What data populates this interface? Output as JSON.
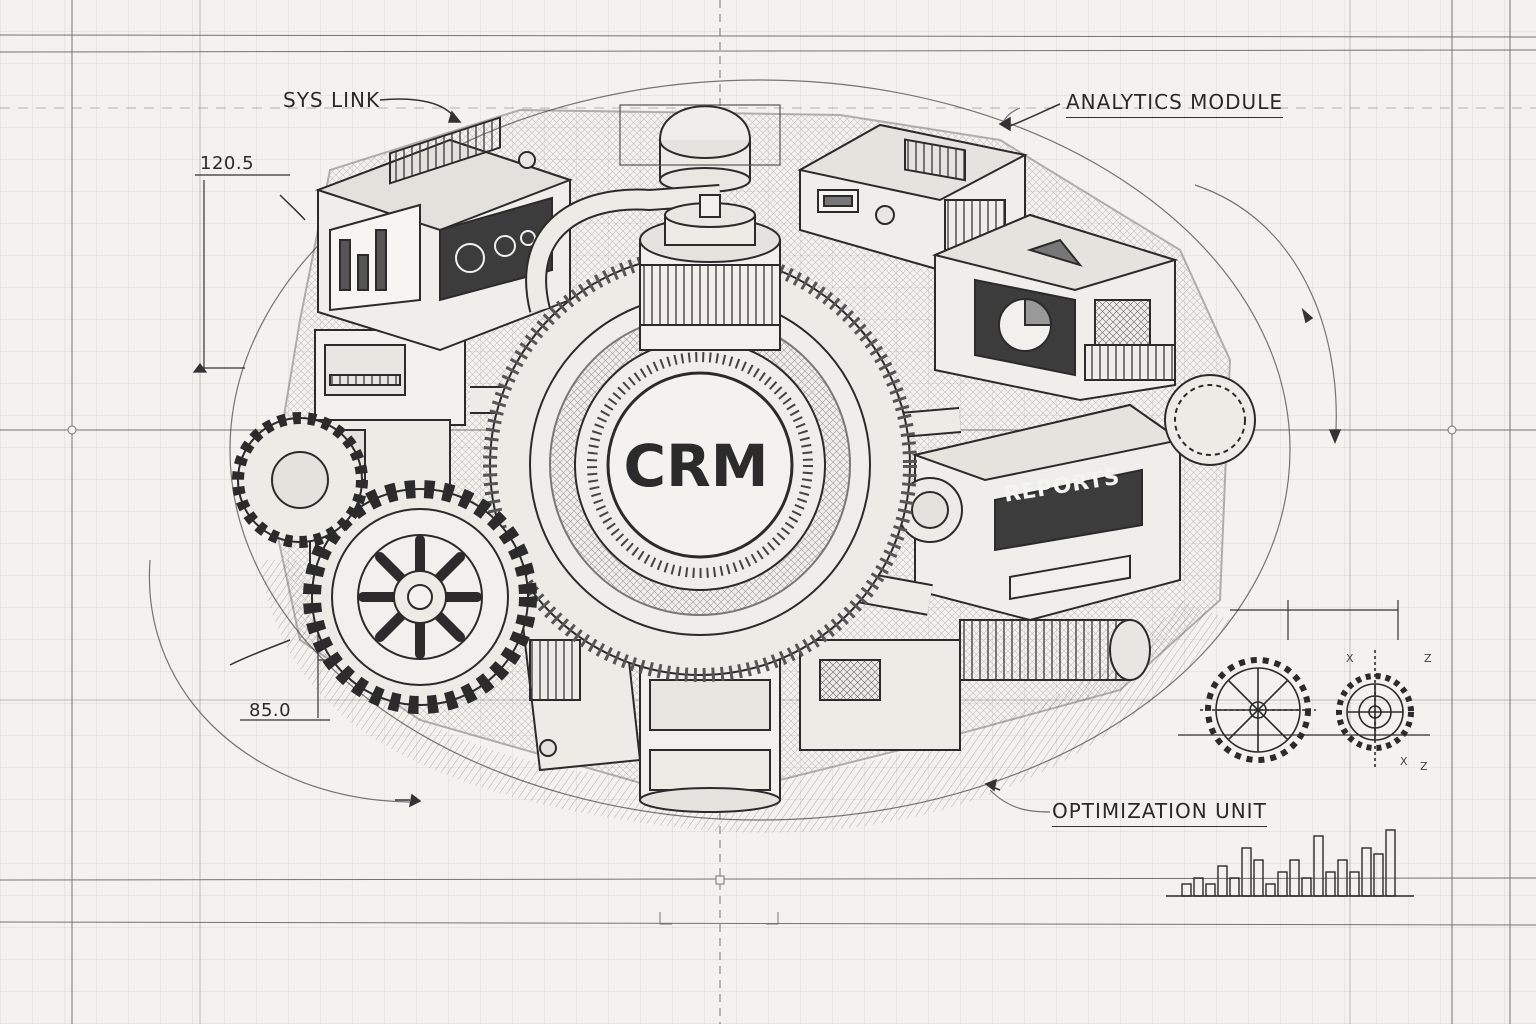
{
  "callouts": {
    "sys_link": "SYS LINK",
    "analytics_module": "ANALYTICS MODULE",
    "optimization_unit": "OPTIMIZATION UNIT"
  },
  "dimensions": {
    "top_left": "120.5",
    "bottom_left": "85.0"
  },
  "core_label": "CRM",
  "reports_label": "REPORTS",
  "gear_axis_labels": {
    "a": "X",
    "b": "Z",
    "c": "X",
    "d": "Z"
  },
  "mini_chart": {
    "values": [
      2,
      3,
      2,
      5,
      3,
      8,
      6,
      2,
      4,
      6,
      3,
      10,
      4,
      6,
      4,
      8,
      7,
      11
    ]
  },
  "colors": {
    "ink": "#2b2b2b",
    "paper": "#f3f2ee",
    "dark_panel": "#3c3c3c"
  }
}
